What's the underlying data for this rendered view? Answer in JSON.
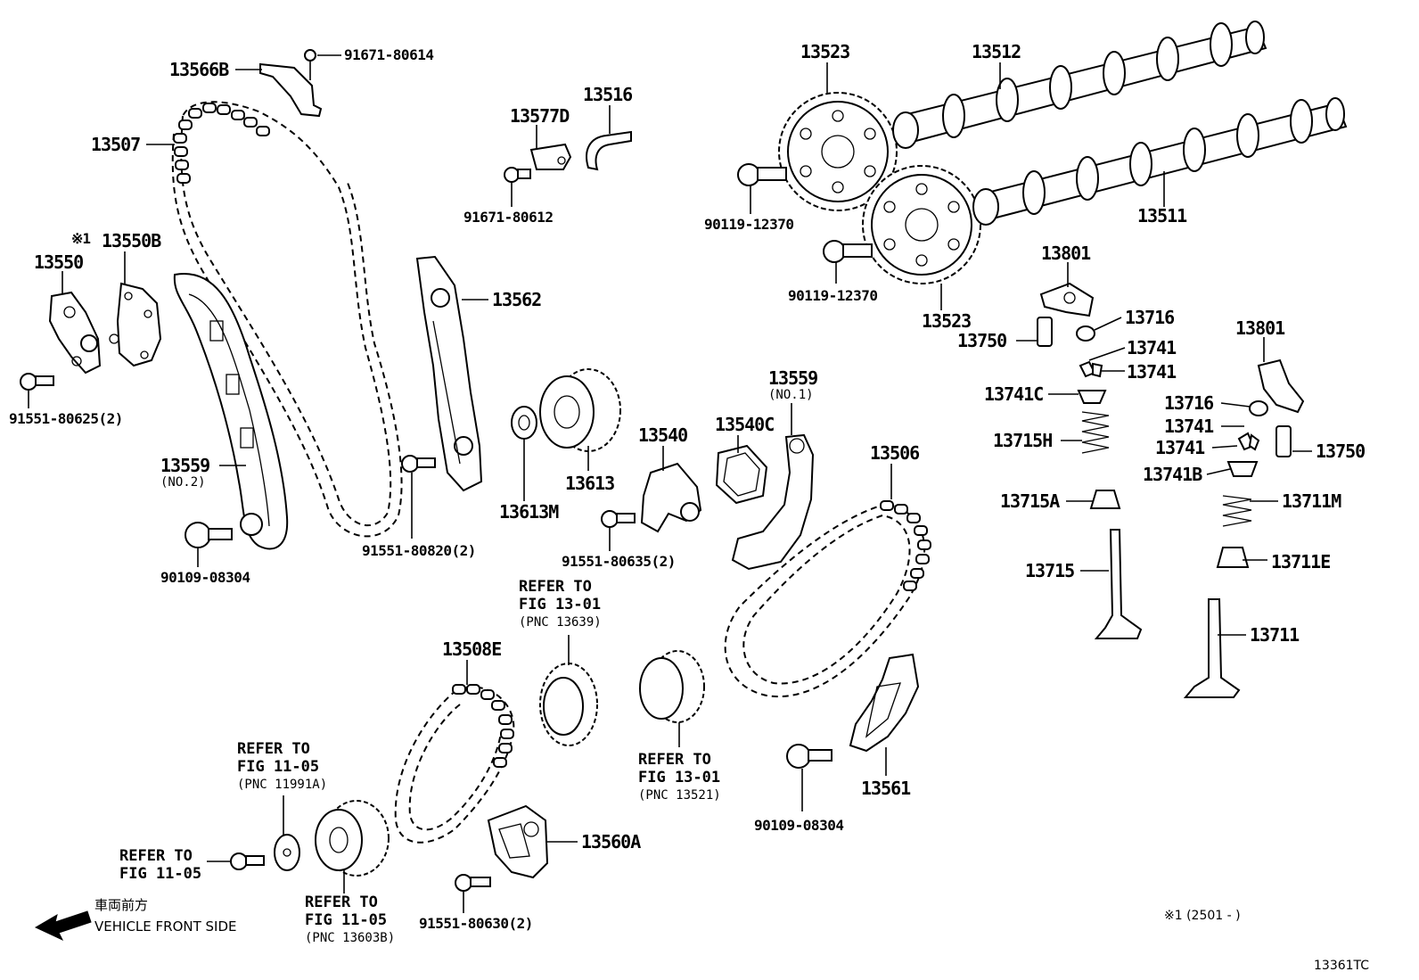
{
  "labels": {
    "p13566B": "13566B",
    "p91671_80614": "91671-80614",
    "p13507": "13507",
    "p13577D": "13577D",
    "p13516": "13516",
    "p91671_80612": "91671-80612",
    "p13523a": "13523",
    "p13512": "13512",
    "p90119_12370a": "90119-12370",
    "p13511": "13511",
    "p90119_12370b": "90119-12370",
    "p13523b": "13523",
    "p13550B_mark": "※1",
    "p13550B": "13550B",
    "p13550": "13550",
    "p91551_80625": "91551-80625(2)",
    "p13562": "13562",
    "p13801a": "13801",
    "p13716a": "13716",
    "p13750a": "13750",
    "p13741a": "13741",
    "p13741b": "13741",
    "p13741C": "13741C",
    "p13801b": "13801",
    "p13716b": "13716",
    "p13741c": "13741",
    "p13741d": "13741",
    "p13750b": "13750",
    "p13715H": "13715H",
    "p13741B": "13741B",
    "p13559_no1": "13559",
    "p13559_no1_sub": "(NO.1)",
    "p13540": "13540",
    "p13540C": "13540C",
    "p13613": "13613",
    "p13613M": "13613M",
    "p13559_no2": "13559",
    "p13559_no2_sub": "(NO.2)",
    "p91551_80820": "91551-80820(2)",
    "p91551_80635": "91551-80635(2)",
    "p90109_08304a": "90109-08304",
    "p13506": "13506",
    "p13715A": "13715A",
    "p13711M": "13711M",
    "p13715": "13715",
    "p13711E": "13711E",
    "p13711": "13711",
    "p13508E": "13508E",
    "p13561": "13561",
    "p90109_08304b": "90109-08304",
    "p13560A": "13560A",
    "p91551_80630": "91551-80630(2)"
  },
  "refs": {
    "ref_13639": {
      "l1": "REFER TO",
      "l2": "FIG 13-01",
      "l3": "(PNC 13639)"
    },
    "ref_13521": {
      "l1": "REFER TO",
      "l2": "FIG 13-01",
      "l3": "(PNC 13521)"
    },
    "ref_11991A": {
      "l1": "REFER TO",
      "l2": "FIG 11-05",
      "l3": "(PNC 11991A)"
    },
    "ref_11_05": {
      "l1": "REFER TO",
      "l2": "FIG 11-05"
    },
    "ref_13603B": {
      "l1": "REFER TO",
      "l2": "FIG 11-05",
      "l3": "(PNC 13603B)"
    }
  },
  "footer": {
    "direction_jp": "車両前方",
    "direction_en": "VEHICLE FRONT SIDE",
    "note": "※1 (2501 -      )",
    "figure_code": "13361TC"
  }
}
